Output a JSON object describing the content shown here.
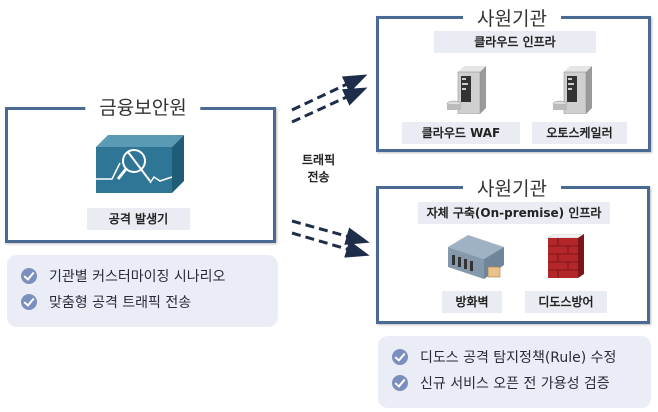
{
  "left_panel": {
    "title": "금융보안원",
    "device_label": "공격 발생기",
    "checklist": [
      "기관별 커스터마이징 시나리오",
      "맞춤형 공격 트래픽 전송"
    ]
  },
  "traffic": {
    "label_line1": "트래픽",
    "label_line2": "전송"
  },
  "top_right_panel": {
    "title": "사원기관",
    "infra_label": "클라우드 인프라",
    "items": [
      "클라우드 WAF",
      "오토스케일러"
    ]
  },
  "bottom_right_panel": {
    "title": "사원기관",
    "infra_label": "자체 구축(On-premise) 인프라",
    "items": [
      "방화벽",
      "디도스방어"
    ],
    "checklist": [
      "디도스 공격 탐지정책(Rule) 수정",
      "신규 서비스 오픈 전 가용성 검증"
    ]
  },
  "colors": {
    "frame": "#4a6a93",
    "label_bg": "#e9ecf3",
    "checklist_bg": "#eaedf6",
    "check_icon": "#7b8fbf",
    "arrow": "#1d2d4a"
  }
}
